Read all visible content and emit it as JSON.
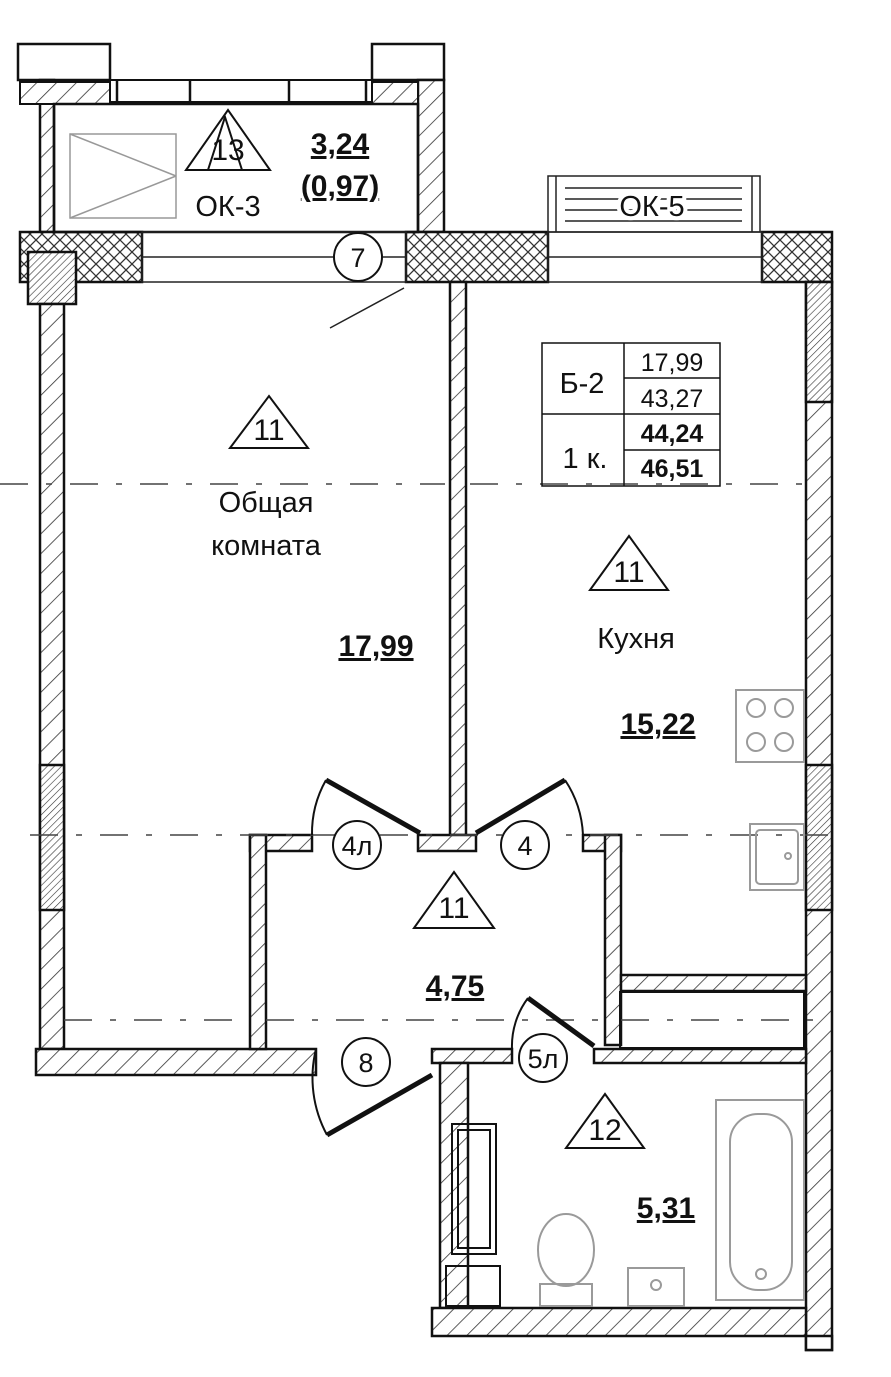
{
  "rooms": {
    "loggia": {
      "type_mark": "13",
      "window": "ОК-3",
      "area": "3,24",
      "area_reduced": "(0,97)"
    },
    "living": {
      "name_line1": "Общая",
      "name_line2": "комната",
      "type_mark": "11",
      "area": "17,99"
    },
    "kitchen": {
      "name": "Кухня",
      "type_mark": "11",
      "area": "15,22"
    },
    "hall": {
      "type_mark": "11",
      "area": "4,75"
    },
    "bathroom": {
      "type_mark": "12",
      "area": "5,31"
    }
  },
  "window_kitchen": "ОК-5",
  "doors": {
    "balcony": "7",
    "living": "4л",
    "kitchen": "4",
    "entrance": "8",
    "bathroom": "5л"
  },
  "apartment": {
    "code": "Б-2",
    "rooms": "1 к.",
    "living_area": "17,99",
    "total_area": "43,27",
    "area_with_loggia_reduced": "44,24",
    "area_with_loggia": "46,51"
  },
  "colors": {
    "line": "#111111",
    "hatch": "#333333",
    "fixture": "#9a9a9a"
  }
}
